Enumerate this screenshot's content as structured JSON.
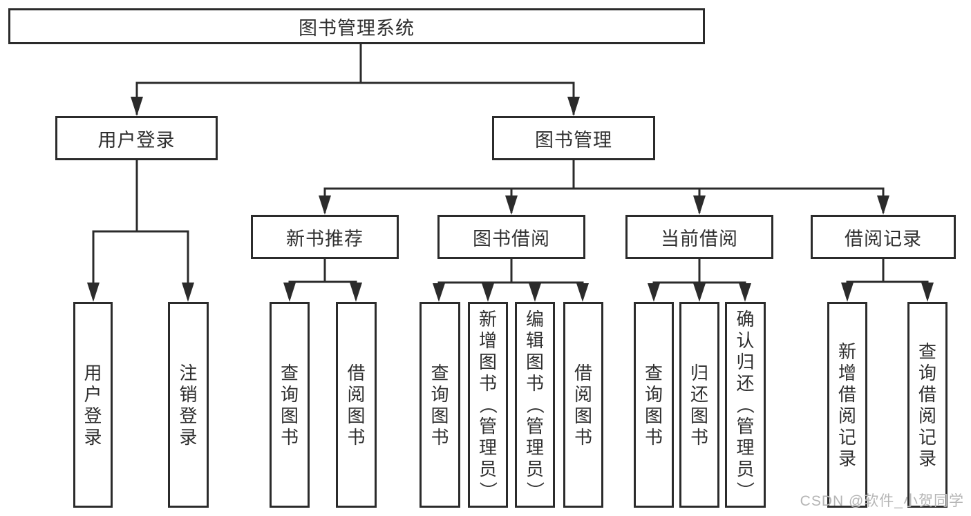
{
  "colors": {
    "line": "#2b2b2b",
    "box_border": "#2b2b2b",
    "box_background": "#ffffff",
    "text": "#2f2f2f",
    "watermark": "#b5b5b5"
  },
  "watermark": "CSDN @软件_小贺同学",
  "tree": {
    "root": {
      "label": "图书管理系统",
      "children": [
        {
          "label": "用户登录",
          "children": [
            {
              "label": "用户登录"
            },
            {
              "label": "注销登录"
            }
          ]
        },
        {
          "label": "图书管理",
          "children": [
            {
              "label": "新书推荐",
              "children": [
                {
                  "label": "查询图书"
                },
                {
                  "label": "借阅图书"
                }
              ]
            },
            {
              "label": "图书借阅",
              "children": [
                {
                  "label": "查询图书"
                },
                {
                  "label": "新增图书（管理员）"
                },
                {
                  "label": "编辑图书（管理员）"
                },
                {
                  "label": "借阅图书"
                }
              ]
            },
            {
              "label": "当前借阅",
              "children": [
                {
                  "label": "查询图书"
                },
                {
                  "label": "归还图书"
                },
                {
                  "label": "确认归还（管理员）"
                }
              ]
            },
            {
              "label": "借阅记录",
              "children": [
                {
                  "label": "新增借阅记录"
                },
                {
                  "label": "查询借阅记录"
                }
              ]
            }
          ]
        }
      ]
    }
  }
}
